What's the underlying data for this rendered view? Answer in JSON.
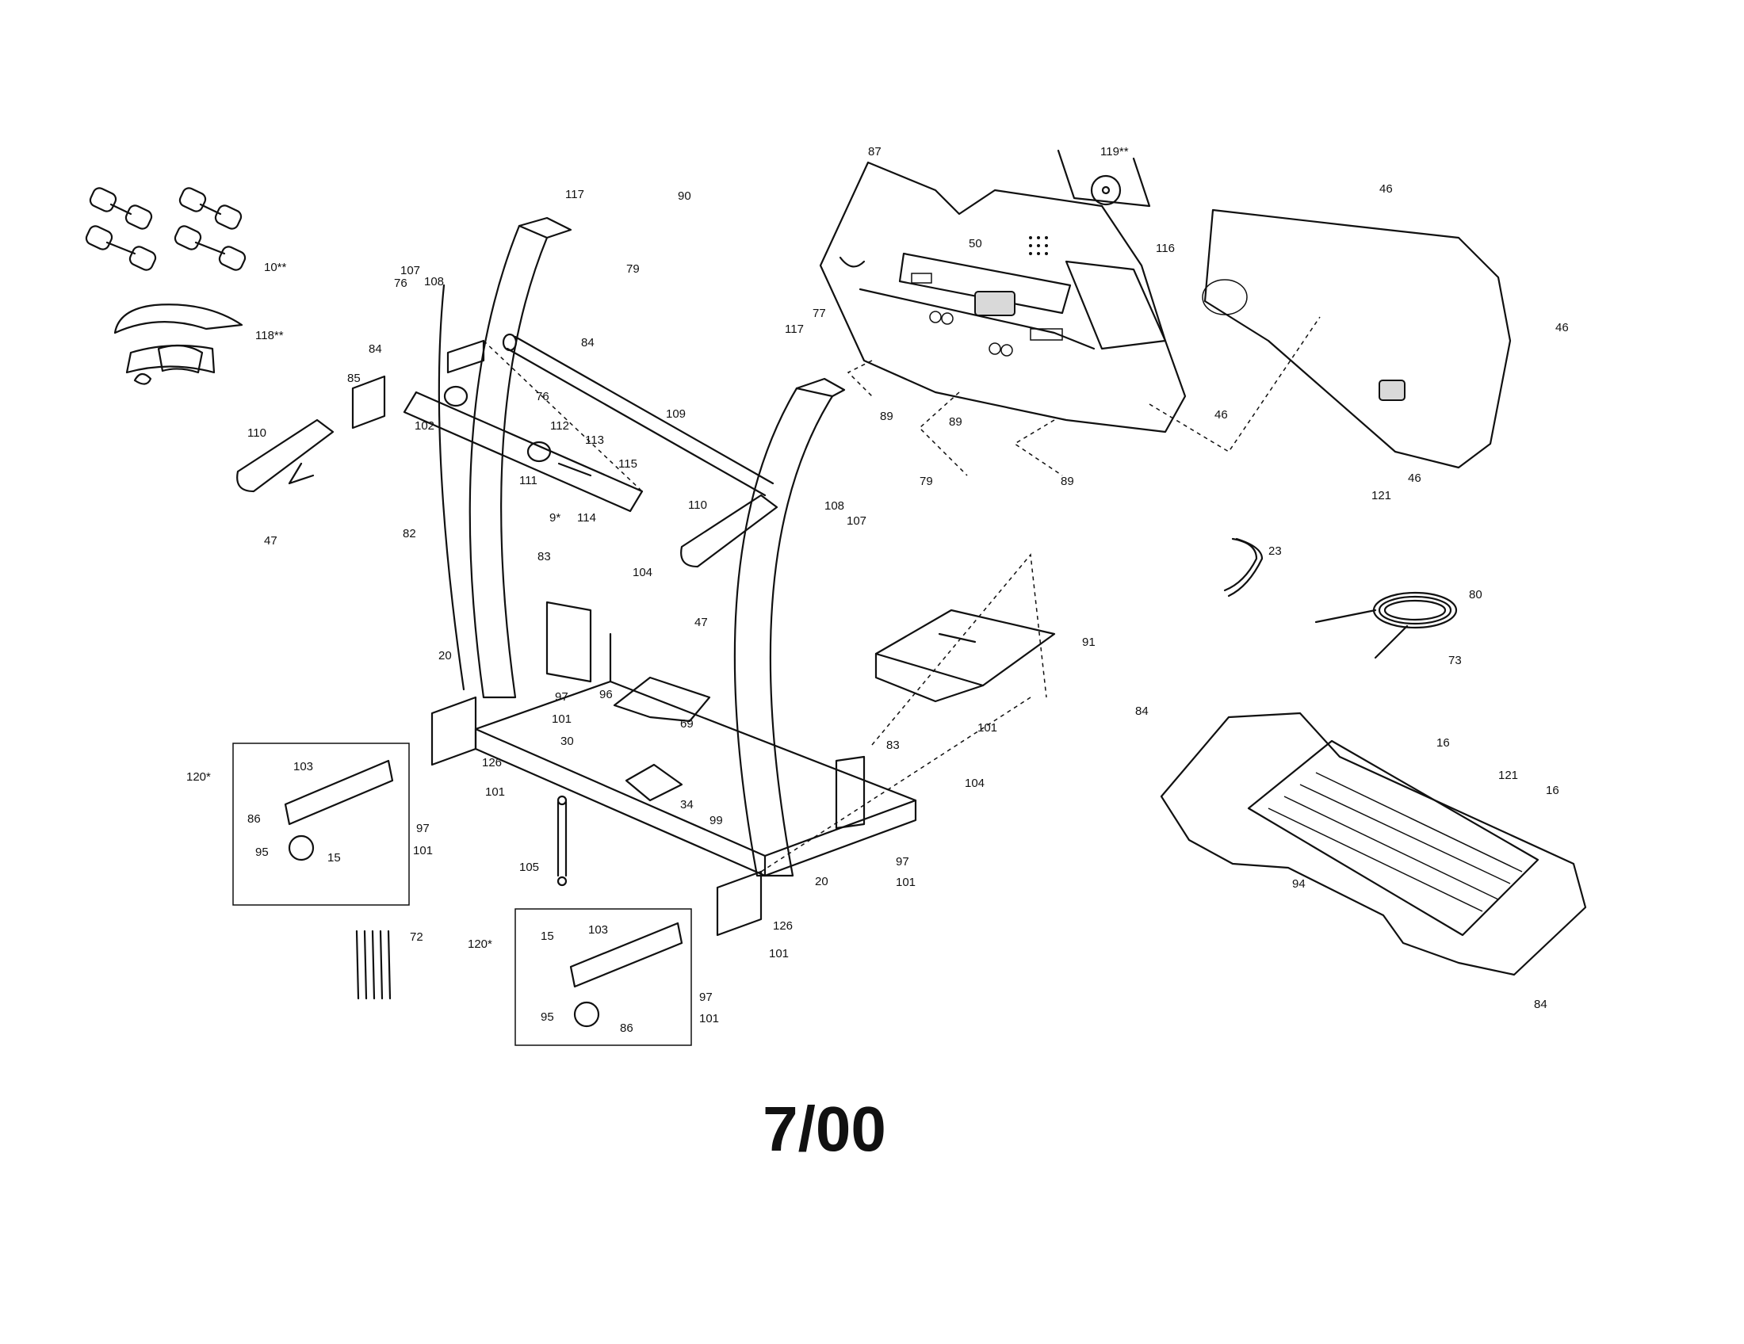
{
  "date_code": "7/00",
  "callouts": {
    "c10": "10**",
    "c118": "118**",
    "c117a": "117",
    "c117b": "117",
    "c90": "90",
    "c87": "87",
    "c119": "119**",
    "c46a": "46",
    "c46b": "46",
    "c46c": "46",
    "c46d": "46",
    "c116": "116",
    "c50": "50",
    "c77": "77",
    "c79a": "79",
    "c79b": "79",
    "c107a": "107",
    "c108a": "108",
    "c76a": "76",
    "c76b": "76",
    "c84a": "84",
    "c84b": "84",
    "c85": "85",
    "c102": "102",
    "c109": "109",
    "c110a": "110",
    "c110b": "110",
    "c112": "112",
    "c113": "113",
    "c115": "115",
    "c111": "111",
    "c9": "9*",
    "c114": "114",
    "c47a": "47",
    "c47b": "47",
    "c82": "82",
    "c89a": "89",
    "c89b": "89",
    "c89c": "89",
    "c121a": "121",
    "c121b": "121",
    "c108b": "108",
    "c107b": "107",
    "c83a": "83",
    "c83b": "83",
    "c104a": "104",
    "c104b": "104",
    "c23": "23",
    "c80": "80",
    "c73": "73",
    "c91": "91",
    "c20a": "20",
    "c20b": "20",
    "c97a": "97",
    "c97b": "97",
    "c97c": "97",
    "c97d": "97",
    "c96": "96",
    "c101a": "101",
    "c101b": "101",
    "c101c": "101",
    "c101d": "101",
    "c101e": "101",
    "c101f": "101",
    "c101g": "101",
    "c69": "69",
    "c30": "30",
    "c34": "34",
    "c99": "99",
    "c126a": "126",
    "c126b": "126",
    "c120a": "120*",
    "c120b": "120*",
    "c103a": "103",
    "c103b": "103",
    "c86a": "86",
    "c86b": "86",
    "c95a": "95",
    "c95b": "95",
    "c15a": "15",
    "c15b": "15",
    "c105": "105",
    "c72": "72",
    "c84c": "84",
    "c84d": "84",
    "c16a": "16",
    "c16b": "16",
    "c94": "94"
  }
}
